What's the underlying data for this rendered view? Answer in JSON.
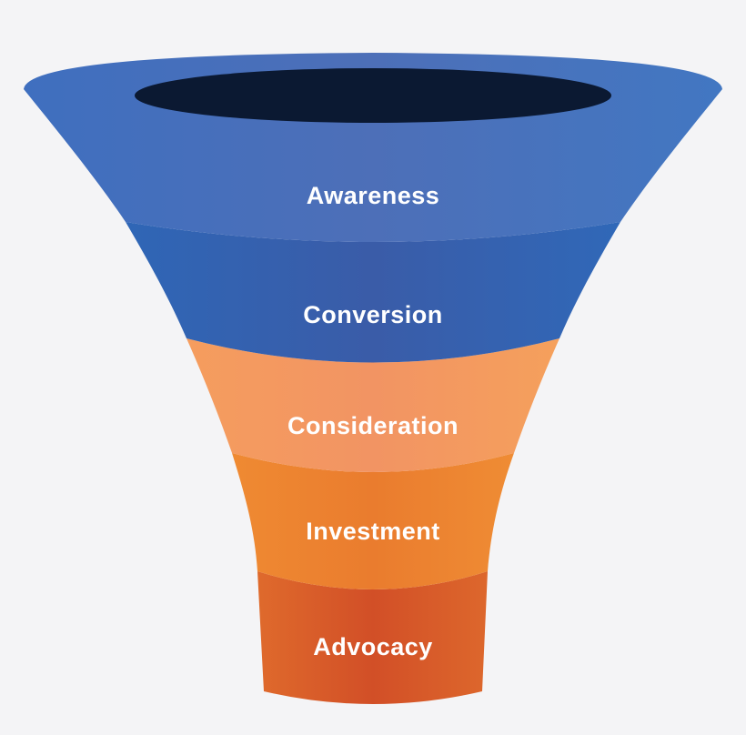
{
  "stages": [
    {
      "label": "Awareness",
      "color": "#4a72b8"
    },
    {
      "label": "Conversion",
      "color": "#3563b0"
    },
    {
      "label": "Consideration",
      "color": "#f39a5c"
    },
    {
      "label": "Investment",
      "color": "#ee8a33"
    },
    {
      "label": "Advocacy",
      "color": "#d9582a"
    }
  ],
  "opening_color": "#0b1932",
  "background_color": "#f4f4f6"
}
